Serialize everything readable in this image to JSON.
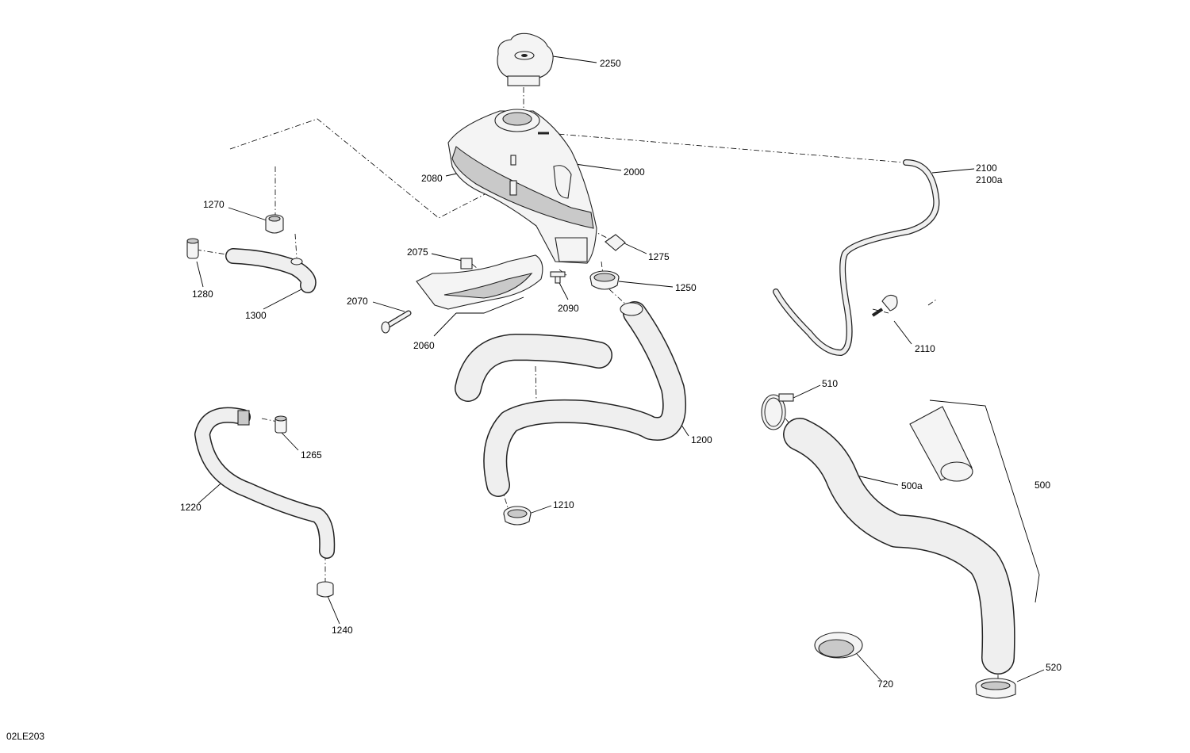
{
  "diagram_code": "02LE203",
  "callouts": {
    "c2250": "2250",
    "c2000": "2000",
    "c2080": "2080",
    "c2100": "2100",
    "c2100a": "2100a",
    "c1270": "1270",
    "c1280": "1280",
    "c1300": "1300",
    "c2075": "2075",
    "c2070": "2070",
    "c2060": "2060",
    "c2090": "2090",
    "c1275": "1275",
    "c1250": "1250",
    "c2110": "2110",
    "c1200": "1200",
    "c510": "510",
    "c500a": "500a",
    "c500": "500",
    "c1265": "1265",
    "c1220": "1220",
    "c1210": "1210",
    "c1240": "1240",
    "c720": "720",
    "c520": "520"
  }
}
